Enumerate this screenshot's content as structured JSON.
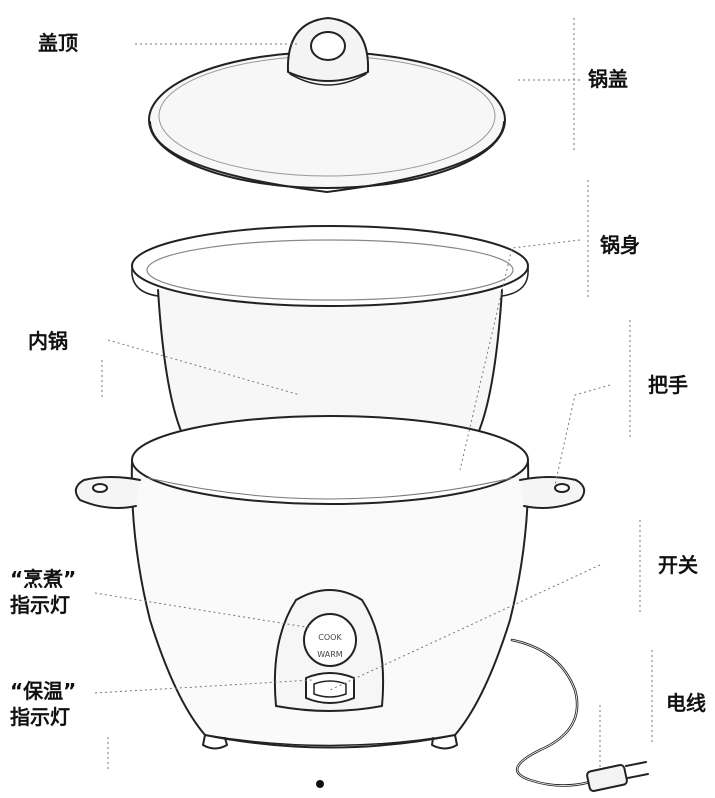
{
  "labels": {
    "lid_top": "盖顶",
    "lid": "锅盖",
    "body": "锅身",
    "inner_pot": "内锅",
    "handle": "把手",
    "switch": "开关",
    "cook_light_line1": "“烹煮”",
    "cook_light_line2": "指示灯",
    "warm_light_line1": "“保温”",
    "warm_light_line2": "指示灯",
    "cord": "电线"
  },
  "panel": {
    "cook": "COOK",
    "warm": "WARM"
  }
}
